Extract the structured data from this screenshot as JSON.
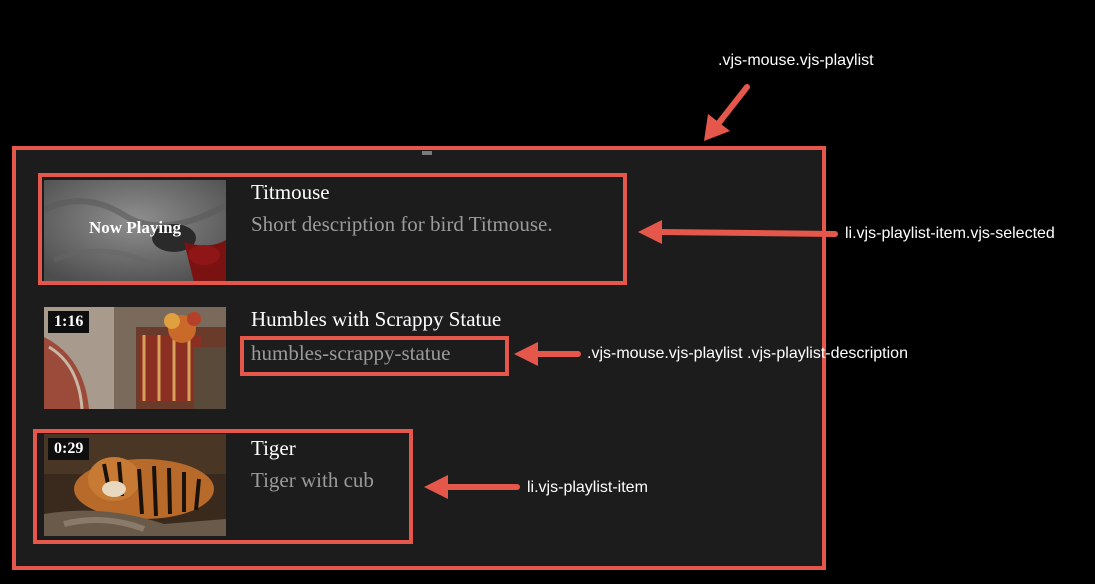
{
  "annotations": {
    "playlist_container": ".vjs-mouse.vjs-playlist",
    "selected_item": "li.vjs-playlist-item.vjs-selected",
    "description": ".vjs-mouse.vjs-playlist .vjs-playlist-description",
    "playlist_item": "li.vjs-playlist-item",
    "highlight_color": "#e5574b"
  },
  "playlist": {
    "items": [
      {
        "title": "Titmouse",
        "description": "Short description for bird Titmouse.",
        "now_playing_label": "Now Playing",
        "selected": true,
        "thumbnail": "titmouse-thumbnail"
      },
      {
        "title": "Humbles with Scrappy Statue",
        "description": "humbles-scrappy-statue",
        "duration": "1:16",
        "selected": false,
        "thumbnail": "humbles-statue-thumbnail"
      },
      {
        "title": "Tiger",
        "description": "Tiger with cub",
        "duration": "0:29",
        "selected": false,
        "thumbnail": "tiger-thumbnail"
      }
    ]
  }
}
